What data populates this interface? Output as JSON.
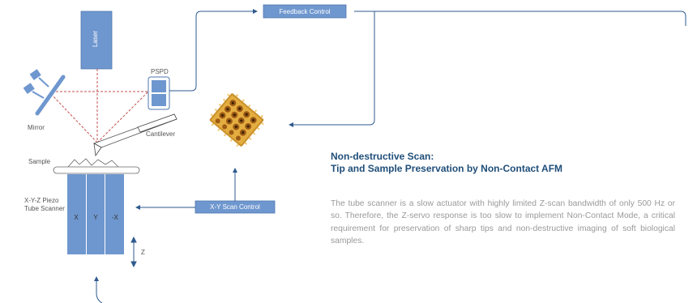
{
  "colors": {
    "box_fill": "#6f97cf",
    "box_stroke": "#4e76ae",
    "arrow": "#2e5a8e",
    "laser_path": "#c0504d",
    "heading": "#1f4e79",
    "body_text": "#9a9a9a"
  },
  "components": {
    "laser": "Laser",
    "pspd": "PSPD",
    "mirror": "Mirror",
    "cantilever": "Cantilever",
    "sample": "Sample",
    "scanner": "X-Y-Z Piezo\nTube Scanner",
    "axis_x": "X",
    "axis_y": "Y",
    "axis_neg_x": "-X",
    "axis_z": "Z"
  },
  "controls": {
    "feedback": "Feedback Control",
    "xy_scan": "X-Y Scan Control"
  },
  "icons": {
    "sample_chip": "sample-chip-icon"
  },
  "text": {
    "heading_line1": "Non-destructive Scan:",
    "heading_line2": "Tip and Sample Preservation by Non-Contact AFM",
    "body": "The tube scanner is a slow actuator with highly limited Z-scan bandwidth of only 500 Hz or so. Therefore, the Z-servo response is too slow to implement Non-Contact Mode, a critical requirement for preservation of sharp tips and non-destructive imaging of soft biological samples."
  }
}
